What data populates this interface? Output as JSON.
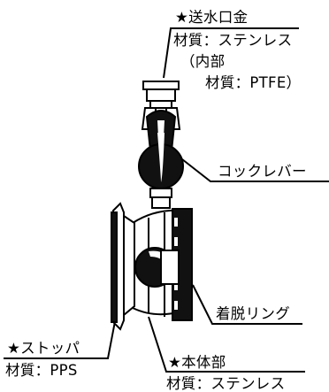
{
  "diagram": {
    "title": "",
    "callouts": {
      "water_outlet": {
        "title": "★送水口金",
        "material": "材質：ステンレス",
        "inner_open": "（内部",
        "inner_material": "材質：PTFE）"
      },
      "cock_lever": {
        "title": "コックレバー"
      },
      "release_ring": {
        "title": "着脱リング"
      },
      "stopper": {
        "title": "★ストッパ",
        "material": "材質：PPS"
      },
      "body": {
        "title": "★本体部",
        "material": "材質：ステンレス"
      }
    },
    "colors": {
      "ink": "#000000",
      "fill": "#ffffff",
      "dark": "#111111"
    }
  }
}
